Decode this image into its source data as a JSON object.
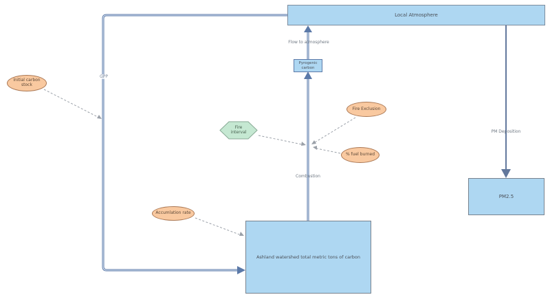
{
  "diagram": {
    "type": "stock-and-flow model",
    "nodes": {
      "local_atmosphere": {
        "label": "Local Atmosphere",
        "shape": "rectangle"
      },
      "pyrogenic_carbon": {
        "label": "Pyrogenic carbon",
        "shape": "rectangle"
      },
      "pm25": {
        "label": "PM2.5",
        "shape": "rectangle"
      },
      "ashland_stock": {
        "label": "Ashland watershed total metric tons of carbon",
        "shape": "rectangle"
      },
      "initial_carbon_stock": {
        "label": "Initial carbon stock",
        "shape": "ellipse"
      },
      "fire_exclusion": {
        "label": "Fire Exclusion",
        "shape": "ellipse"
      },
      "fuel_burned": {
        "label": "% fuel burned",
        "shape": "ellipse"
      },
      "accumulation_rate": {
        "label": "Accumlation rate",
        "shape": "ellipse"
      },
      "fire_interval": {
        "label": "Fire interval",
        "shape": "hexagon"
      }
    },
    "flow_labels": {
      "gpp": "GPP",
      "flow_to_atmosphere": "Flow to atmosphere",
      "combustion": "Combustion",
      "pm_deposition": "PM Deposition"
    },
    "edges": [
      {
        "from": "local_atmosphere",
        "to": "ashland_stock",
        "label": "GPP",
        "style": "flow"
      },
      {
        "from": "ashland_stock",
        "to": "pyrogenic_carbon",
        "label": "Combustion",
        "style": "flow"
      },
      {
        "from": "pyrogenic_carbon",
        "to": "local_atmosphere",
        "label": "Flow to atmosphere",
        "style": "flow"
      },
      {
        "from": "local_atmosphere",
        "to": "pm25",
        "label": "PM Deposition",
        "style": "link"
      },
      {
        "from": "initial_carbon_stock",
        "to": "GPP flow",
        "style": "dashed"
      },
      {
        "from": "fire_interval",
        "to": "Combustion flow",
        "style": "dashed"
      },
      {
        "from": "fire_exclusion",
        "to": "Combustion flow",
        "style": "dashed"
      },
      {
        "from": "fuel_burned",
        "to": "Combustion flow",
        "style": "dashed"
      },
      {
        "from": "accumulation_rate",
        "to": "ashland_stock",
        "style": "dashed"
      }
    ],
    "colors": {
      "stock_fill": "#aed7f2",
      "stock_border": "#7b8b9d",
      "flow_line": "#5b79a8",
      "flow_core": "#dde7f3",
      "variable_fill": "#f9c9a0",
      "variable_border": "#aa7753",
      "converter_fill": "#c5e8d2",
      "converter_border": "#87a994",
      "dashed_link": "#9aa0a8",
      "label_text": "#4d4d4d",
      "background": "#ffffff"
    }
  }
}
